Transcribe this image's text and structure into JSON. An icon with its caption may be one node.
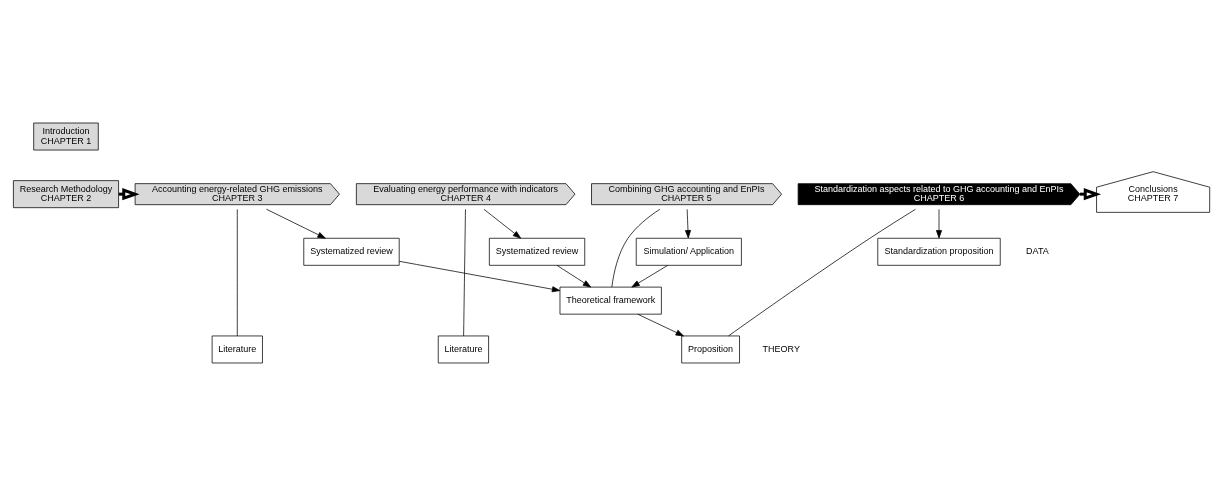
{
  "diagram": {
    "nodes": [
      {
        "text": [
          "Introduction",
          "CHAPTER 1"
        ]
      },
      {
        "text": [
          "Research Methodology",
          "CHAPTER 2"
        ]
      },
      {
        "text": [
          "Literature"
        ]
      },
      {
        "text": [
          "Literature"
        ]
      },
      {
        "text": [
          "Theoretical framework"
        ]
      },
      {
        "text": [
          "Proposition"
        ]
      },
      {
        "text": [
          "Conclusions",
          "CHAPTER 7"
        ]
      },
      {
        "text": [
          "Accounting energy-related GHG emissions",
          "CHAPTER 3"
        ]
      },
      {
        "text": [
          "Evaluating energy performance with indicators",
          "CHAPTER 4"
        ]
      },
      {
        "text": [
          "Combining GHG accounting and EnPIs",
          "CHAPTER 5"
        ]
      },
      {
        "text": [
          "Standardization aspects related to GHG accounting and EnPIs",
          "CHAPTER 6"
        ]
      },
      {
        "text": [
          "Systematized review"
        ]
      },
      {
        "text": [
          "Systematized review"
        ]
      },
      {
        "text": [
          "Simulation/ Application"
        ]
      },
      {
        "text": [
          "Standardization proposition"
        ]
      }
    ],
    "edges": [
      {
        "from": 1,
        "to": 7,
        "arrow": "to",
        "style": "thick"
      },
      {
        "from": 2,
        "to": 7,
        "arrow": "none"
      },
      {
        "from": 3,
        "to": 8,
        "arrow": "none"
      },
      {
        "from": 4,
        "to": 9,
        "arrow": "none"
      },
      {
        "from": 5,
        "to": 10,
        "arrow": "none"
      },
      {
        "from": 4,
        "to": 5,
        "arrow": "to"
      },
      {
        "from": 7,
        "to": 11,
        "arrow": "to"
      },
      {
        "from": 8,
        "to": 12,
        "arrow": "to"
      },
      {
        "from": 9,
        "to": 13,
        "arrow": "to"
      },
      {
        "from": 10,
        "to": 14,
        "arrow": "to"
      },
      {
        "from": 11,
        "to": 4,
        "arrow": "to"
      },
      {
        "from": 12,
        "to": 4,
        "arrow": "to"
      },
      {
        "from": 13,
        "to": 4,
        "arrow": "to"
      },
      {
        "from": 10,
        "to": 6,
        "arrow": "to",
        "style": "thick"
      }
    ],
    "labels": [
      "THEORY",
      "DATA"
    ]
  }
}
